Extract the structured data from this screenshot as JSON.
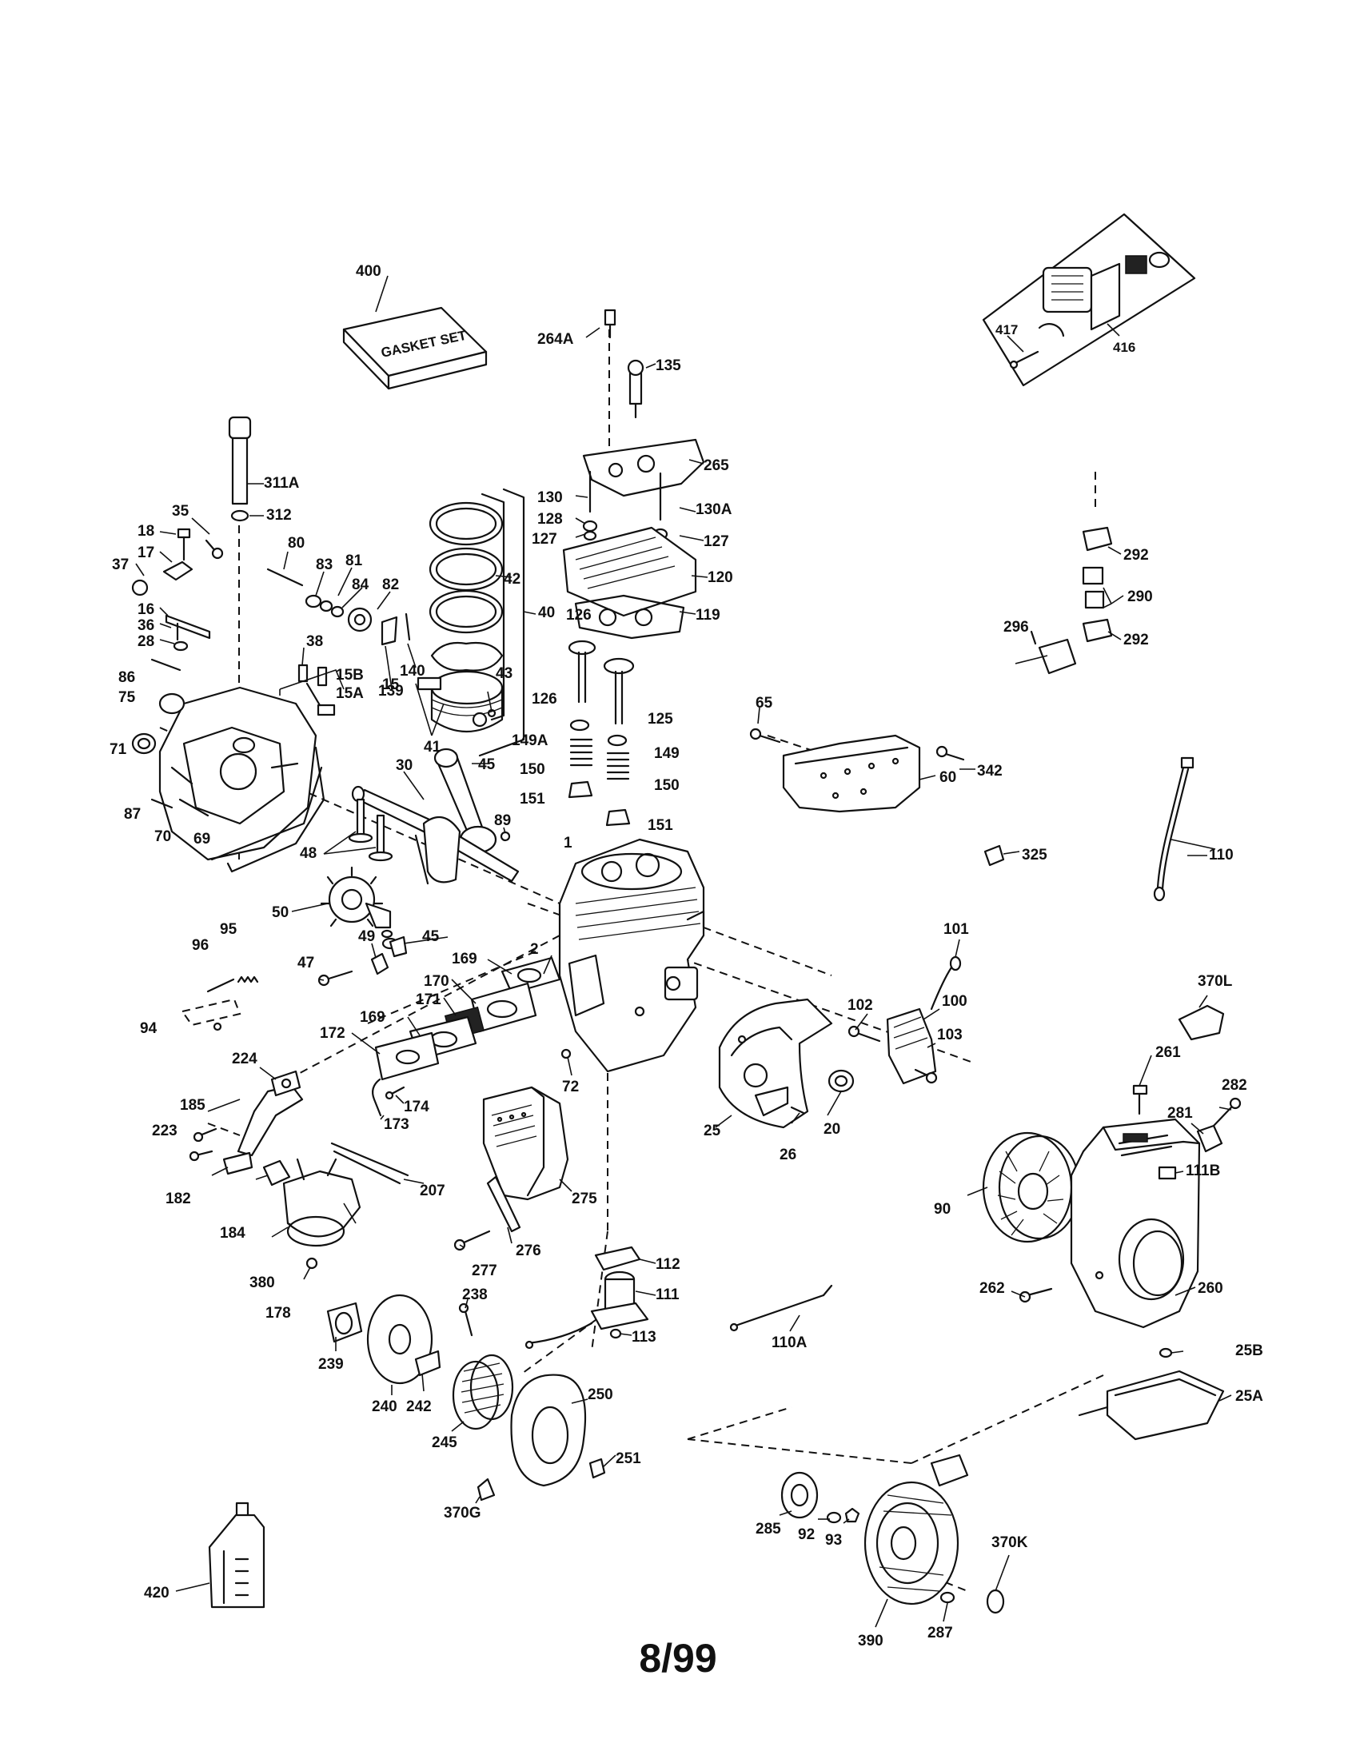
{
  "page_date": "8/99",
  "gasket_box_label": "GASKET SET",
  "labels": {
    "p1": "1",
    "p2": "2",
    "p15": "15",
    "p15A": "15A",
    "p15B": "15B",
    "p16": "16",
    "p17": "17",
    "p18": "18",
    "p20": "20",
    "p25": "25",
    "p25A": "25A",
    "p25B": "25B",
    "p26": "26",
    "p28": "28",
    "p30": "30",
    "p35": "35",
    "p36": "36",
    "p37": "37",
    "p38": "38",
    "p40": "40",
    "p41": "41",
    "p42": "42",
    "p43": "43",
    "p45a": "45",
    "p45b": "45",
    "p47": "47",
    "p48": "48",
    "p49": "49",
    "p50": "50",
    "p60": "60",
    "p65": "65",
    "p69": "69",
    "p70": "70",
    "p71": "71",
    "p72": "72",
    "p75": "75",
    "p80": "80",
    "p81": "81",
    "p82": "82",
    "p83": "83",
    "p84": "84",
    "p86": "86",
    "p87": "87",
    "p89": "89",
    "p90": "90",
    "p92": "92",
    "p93": "93",
    "p94": "94",
    "p95": "95",
    "p96": "96",
    "p100": "100",
    "p101": "101",
    "p102": "102",
    "p103": "103",
    "p110": "110",
    "p110A": "110A",
    "p111": "111",
    "p111B": "111B",
    "p112": "112",
    "p113": "113",
    "p119": "119",
    "p120": "120",
    "p125": "125",
    "p126": "126",
    "p127a": "127",
    "p127b": "127",
    "p128": "128",
    "p130": "130",
    "p130A": "130A",
    "p135": "135",
    "p139": "139",
    "p140": "140",
    "p149": "149",
    "p149A": "149A",
    "p150a": "150",
    "p150b": "150",
    "p151a": "151",
    "p151b": "151",
    "p169a": "169",
    "p169b": "169",
    "p170": "170",
    "p171": "171",
    "p172": "172",
    "p173": "173",
    "p174": "174",
    "p178": "178",
    "p182": "182",
    "p184": "184",
    "p185": "185",
    "p207": "207",
    "p223": "223",
    "p224": "224",
    "p238": "238",
    "p239": "239",
    "p240": "240",
    "p242": "242",
    "p245": "245",
    "p250": "250",
    "p251": "251",
    "p260": "260",
    "p261": "261",
    "p262": "262",
    "p264A": "264A",
    "p265": "265",
    "p275": "275",
    "p276": "276",
    "p277": "277",
    "p281": "281",
    "p282": "282",
    "p285": "285",
    "p287": "287",
    "p290": "290",
    "p292a": "292",
    "p292b": "292",
    "p296": "296",
    "p311A": "311A",
    "p312": "312",
    "p325": "325",
    "p342": "342",
    "p370G": "370G",
    "p370K": "370K",
    "p370L": "370L",
    "p380": "380",
    "p390": "390",
    "p400": "400",
    "p416": "416",
    "p417": "417",
    "p420": "420"
  }
}
